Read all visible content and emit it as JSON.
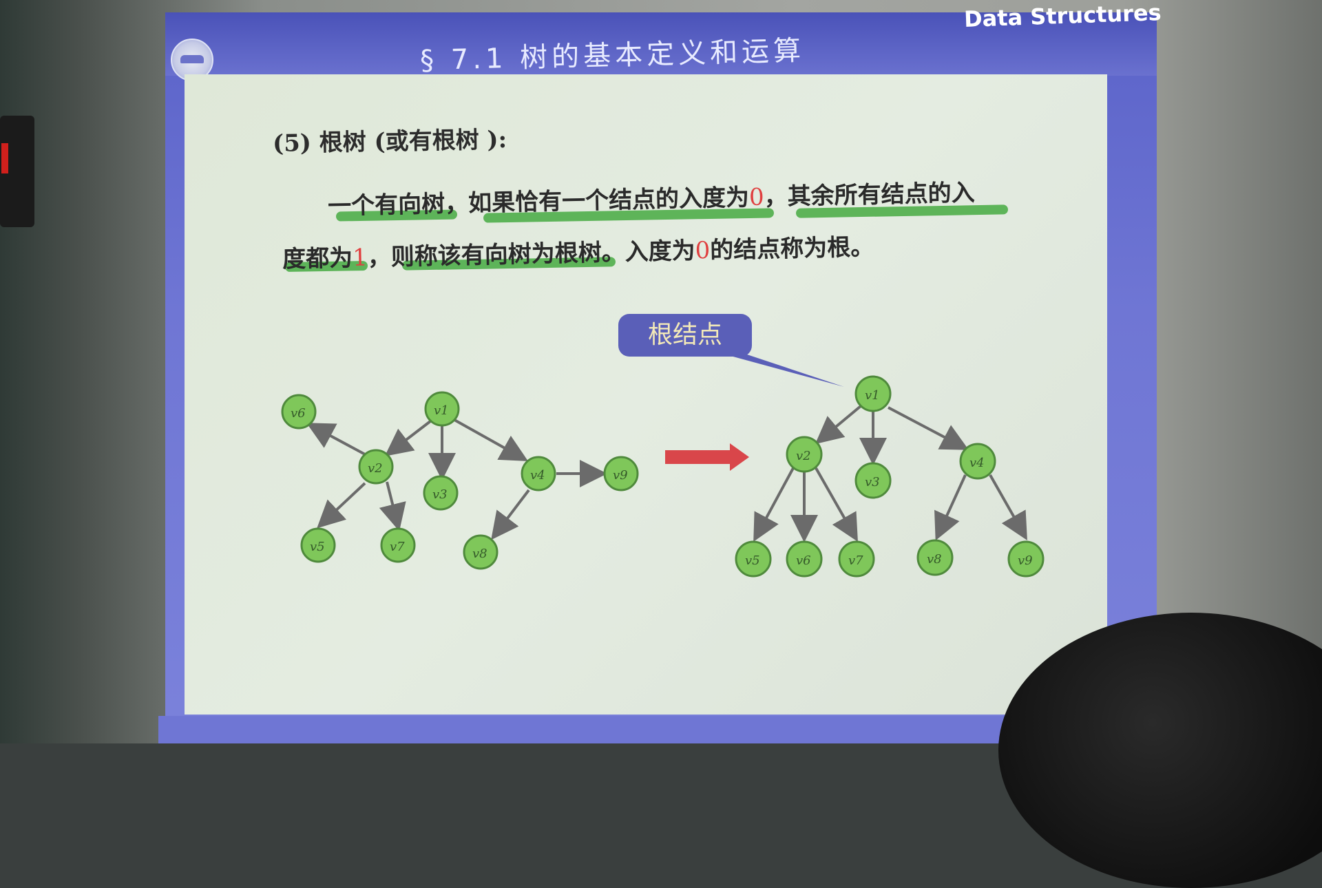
{
  "slide": {
    "section_title": "§ 7.1 树的基本定义和运算",
    "course_label": "Data Structures",
    "heading": "(5) 根树 (或有根树 ):",
    "para_line1": {
      "part1": "一个有向树，如果恰有一个结点的入度为",
      "red1": "0",
      "part2": "，其余所有结点的入"
    },
    "para_line2": {
      "part1": "度都为",
      "red1": "1",
      "part2": "，则称该有向树为根树。入度为",
      "red2": "0",
      "part3": "的结点称为根。"
    },
    "callout_label": "根结点"
  },
  "colors": {
    "slide_bg": "#e1e9dd",
    "frame_blue": "#6a71cf",
    "node_fill": "#7fc75a",
    "highlight_green": "#4fae4a",
    "arrow_red": "#d9464a",
    "callout_bg": "#5a5fb8"
  },
  "diagram": {
    "left_graph_nodes": [
      "v1",
      "v2",
      "v3",
      "v4",
      "v5",
      "v6",
      "v7",
      "v8",
      "v9"
    ],
    "right_tree_nodes": [
      "v1",
      "v2",
      "v3",
      "v4",
      "v5",
      "v6",
      "v7",
      "v8",
      "v9"
    ],
    "root_node": "v1"
  }
}
